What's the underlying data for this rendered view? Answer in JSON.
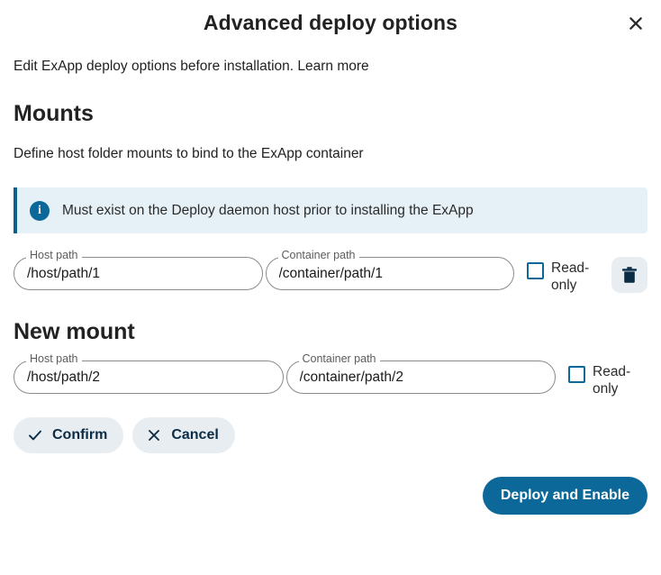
{
  "dialog": {
    "title": "Advanced deploy options",
    "close_icon": "close-icon",
    "intro": "Edit ExApp deploy options before installation. ",
    "intro_link": "Learn more"
  },
  "mounts_section": {
    "heading": "Mounts",
    "subtitle": "Define host folder mounts to bind to the ExApp container",
    "info": {
      "icon": "info-icon",
      "text": "Must exist on the Deploy daemon host prior to installing the ExApp"
    },
    "rows": [
      {
        "host_path_label": "Host path",
        "host_path_value": "/host/path/1",
        "host_path_placeholder": "Host path",
        "container_path_label": "Container path",
        "container_path_value": "/container/path/1",
        "container_path_placeholder": "Container path",
        "readonly_label": "Read-only",
        "readonly_checked": false,
        "delete_icon": "trash-icon"
      }
    ]
  },
  "new_mount_section": {
    "heading": "New mount",
    "host_path_label": "Host path",
    "host_path_value": "/host/path/2",
    "host_path_placeholder": "Host path",
    "container_path_label": "Container path",
    "container_path_value": "/container/path/2",
    "container_path_placeholder": "Container path",
    "readonly_label": "Read-only",
    "readonly_checked": false,
    "confirm_label": "Confirm",
    "confirm_icon": "check-icon",
    "cancel_label": "Cancel",
    "cancel_icon": "close-icon"
  },
  "footer": {
    "primary_label": "Deploy and Enable"
  },
  "colors": {
    "accent": "#0c6899",
    "info_bg": "#e5f1f7",
    "info_border": "#0e5f8a",
    "soft_button_bg": "#e8edf2",
    "text": "#222222",
    "dark_navy": "#0b2c45"
  }
}
